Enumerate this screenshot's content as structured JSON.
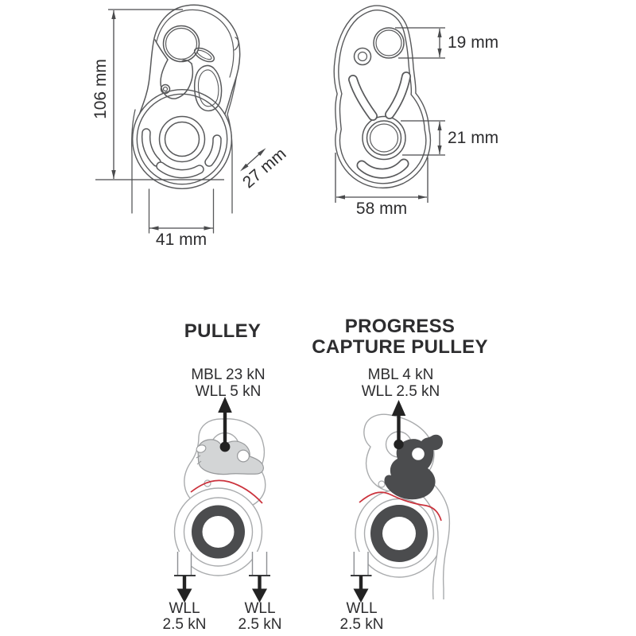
{
  "front_view": {
    "height_label": "106 mm",
    "width_label": "41 mm",
    "depth_label": "27 mm"
  },
  "side_view": {
    "top_hole_label": "19 mm",
    "bottom_hole_label": "21 mm",
    "width_label": "58 mm"
  },
  "pulley_mode": {
    "title": "PULLEY",
    "mbl": "MBL 23 kN",
    "wll": "WLL 5 kN",
    "left_rope": {
      "line1": "WLL",
      "line2": "2.5 kN"
    },
    "right_rope": {
      "line1": "WLL",
      "line2": "2.5 kN"
    }
  },
  "progress_capture_mode": {
    "title_line1": "PROGRESS",
    "title_line2": "CAPTURE PULLEY",
    "mbl": "MBL 4 kN",
    "wll": "WLL 2.5 kN",
    "rope": {
      "line1": "WLL",
      "line2": "2.5 kN"
    }
  },
  "colors": {
    "drawing_line": "#58595b",
    "dimension_line": "#4a4b4d",
    "diagram_outline": "#a9abad",
    "cam_light": "#d3d5d6",
    "metal_dark": "#4b4c4e",
    "rope_red": "#cb323c",
    "arrow_black": "#232323"
  }
}
